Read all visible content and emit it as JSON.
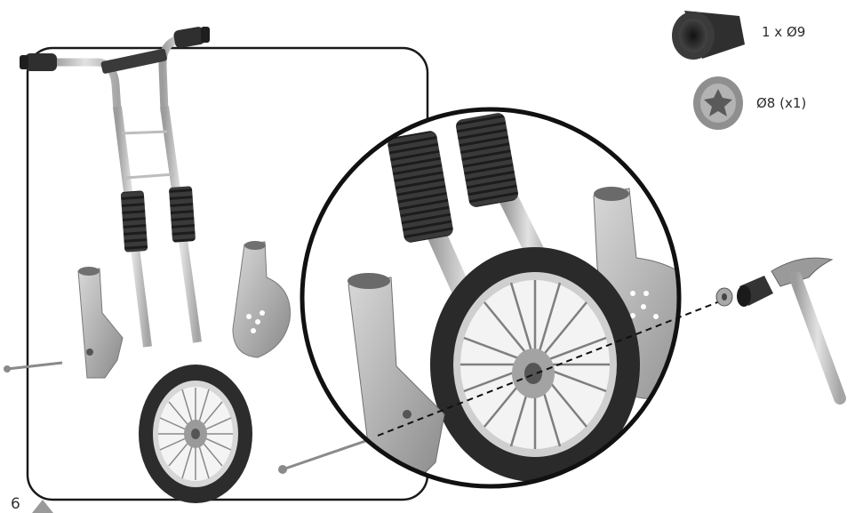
{
  "parts": [
    {
      "label": "1 x Ø9",
      "icon": "bushing-icon"
    },
    {
      "label": "Ø8 (x1)",
      "icon": "star-washer-icon"
    }
  ],
  "page_number": "6",
  "colors": {
    "metal": "#c9c9c9",
    "dark_metal": "#8f8f8f",
    "rubber": "#2e2e2e",
    "frame_line": "#1a1a1a"
  }
}
